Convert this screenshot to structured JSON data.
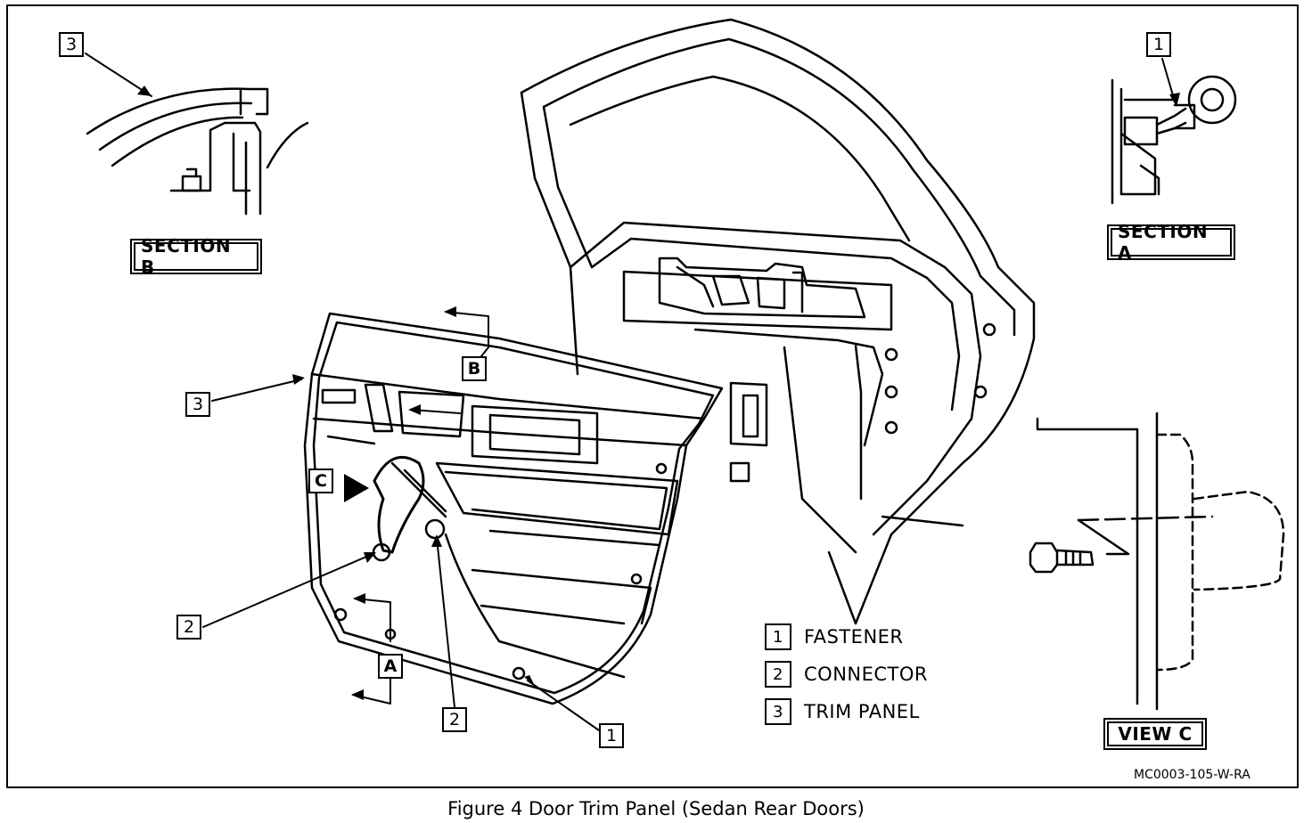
{
  "sections": {
    "section_b": "SECTION B",
    "section_a": "SECTION A",
    "view_c": "VIEW C"
  },
  "callouts": {
    "c3_sectionb": "3",
    "c1_sectiona": "1",
    "c3_panel": "3",
    "c2_left": "2",
    "c2_bottom": "2",
    "c1_bottom": "1",
    "ref_b": "B",
    "ref_a": "A",
    "ref_c": "C"
  },
  "legend": [
    {
      "num": "1",
      "label": "FASTENER"
    },
    {
      "num": "2",
      "label": "CONNECTOR"
    },
    {
      "num": "3",
      "label": "TRIM PANEL"
    }
  ],
  "drawing_code": "MC0003-105-W-RA",
  "caption": "Figure 4 Door Trim Panel (Sedan Rear Doors)"
}
